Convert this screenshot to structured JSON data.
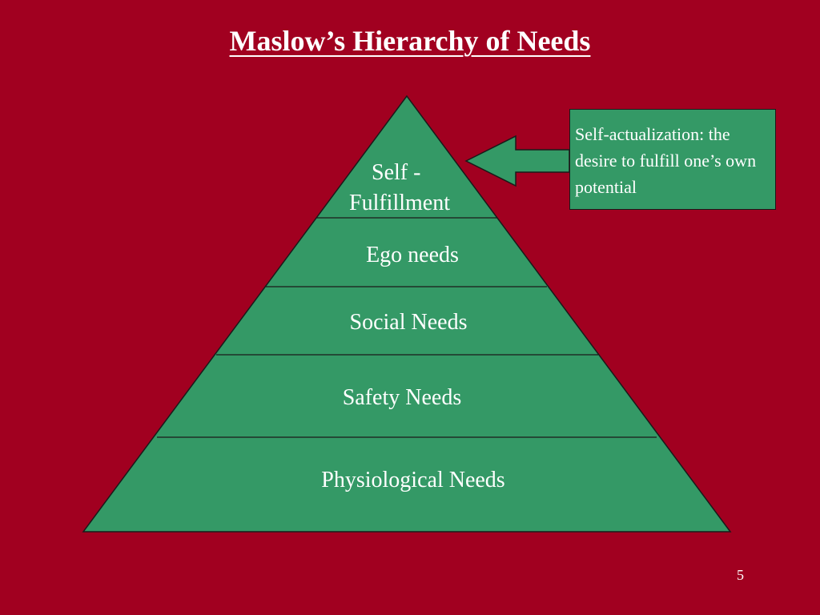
{
  "slide": {
    "title": "Maslow’s Hierarchy of Needs",
    "page_number": "5",
    "background_color": "#a10020"
  },
  "pyramid": {
    "fill_color": "#349966",
    "levels": [
      {
        "line1": "Self -",
        "line2": "Fulfillment"
      },
      {
        "line1": "Ego needs"
      },
      {
        "line1": "Social Needs"
      },
      {
        "line1": "Safety Needs"
      },
      {
        "line1": "Physiological Needs"
      }
    ]
  },
  "callout": {
    "text": "Self-actualization: the desire to fulfill one’s own potential",
    "fill_color": "#349966",
    "arrow_direction": "left"
  }
}
